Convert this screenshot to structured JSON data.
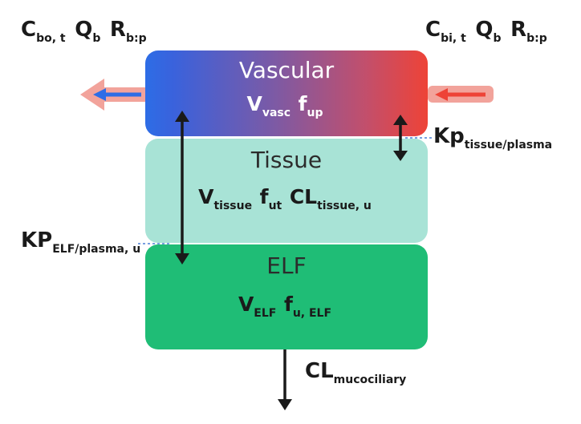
{
  "compartments": {
    "vascular": {
      "title": "Vascular",
      "v_main": "V",
      "v_sub": "vasc",
      "f_main": "f",
      "f_sub": "up"
    },
    "tissue": {
      "title": "Tissue",
      "v_main": "V",
      "v_sub": "tissue",
      "f_main": "f",
      "f_sub": "ut",
      "cl_main": "CL",
      "cl_sub": "tissue, u"
    },
    "elf": {
      "title": "ELF",
      "v_main": "V",
      "v_sub": "ELF",
      "f_main": "f",
      "f_sub": "u, ELF"
    }
  },
  "flows": {
    "outflow": {
      "c_main": "C",
      "c_sub": "bo, t",
      "q_main": "Q",
      "q_sub": "b",
      "r_main": "R",
      "r_sub": "b:p"
    },
    "inflow": {
      "c_main": "C",
      "c_sub": "bi, t",
      "q_main": "Q",
      "q_sub": "b",
      "r_main": "R",
      "r_sub": "b:p"
    }
  },
  "partition": {
    "tissue_plasma": {
      "main": "Kp",
      "sub": "tissue/plasma"
    },
    "elf_plasma": {
      "main": "KP",
      "sub": "ELF/plasma, u"
    }
  },
  "clearance": {
    "main": "CL",
    "sub": "mucociliary"
  },
  "colors": {
    "vascular_left": "#2d6de6",
    "vascular_right": "#ee4337",
    "tissue": "#a8e3d6",
    "elf": "#1fbd76",
    "flow_arrow_bg": "#f2a39b",
    "arrow_dark": "#1a1a1a"
  }
}
